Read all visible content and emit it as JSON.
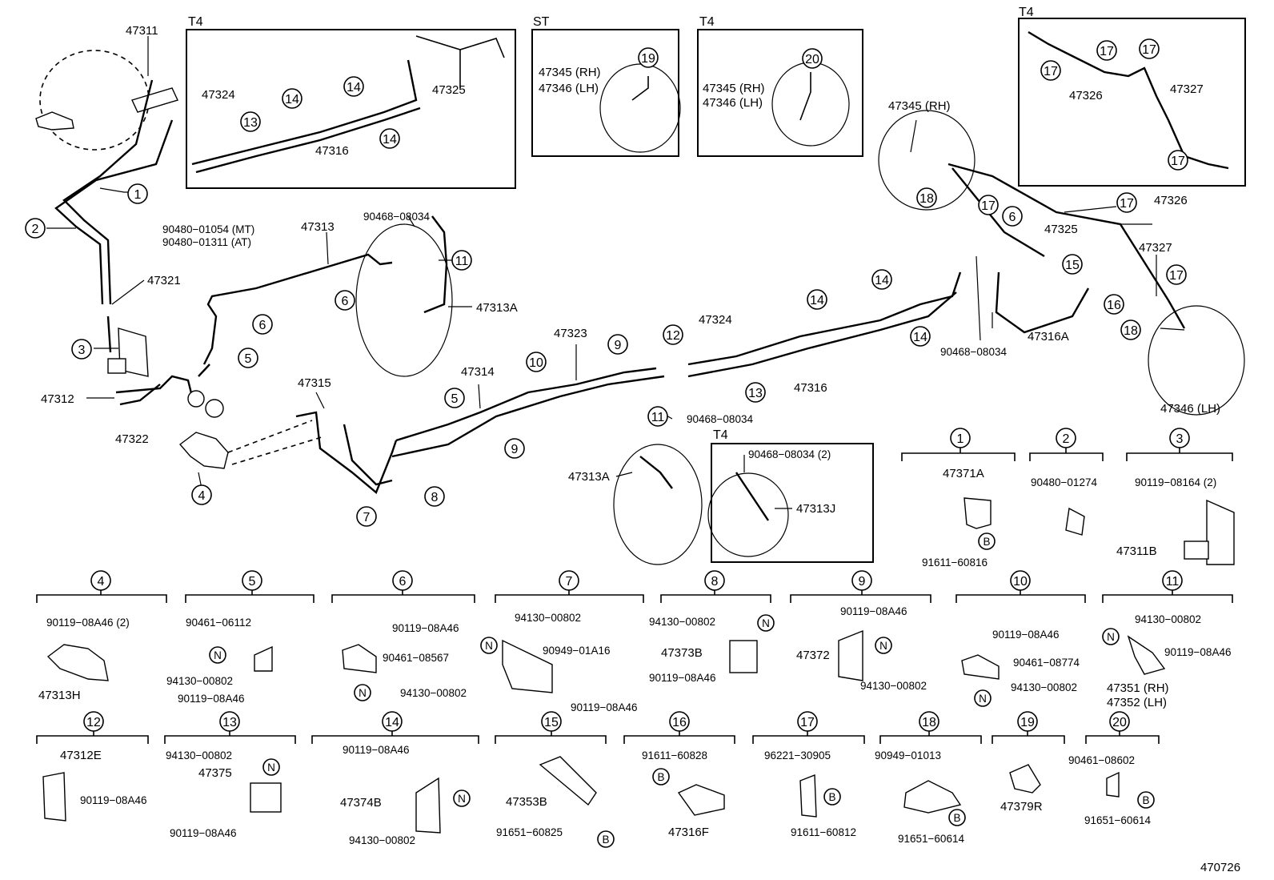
{
  "inset_labels": {
    "t4_a": "T4",
    "st": "ST",
    "t4_b": "T4",
    "t4_c": "T4",
    "t4_d": "T4"
  },
  "markers": [
    "1",
    "2",
    "3",
    "4",
    "5",
    "6",
    "7",
    "8",
    "9",
    "10",
    "11",
    "12",
    "13",
    "14",
    "15",
    "16",
    "17",
    "18",
    "19",
    "20"
  ],
  "parts": {
    "p47311": "47311",
    "p47324a": "47324",
    "p47316a": "47316",
    "p47325a": "47325",
    "p47345st": "47345 (RH)",
    "p47346st": "47346 (LH)",
    "p47345t4": "47345 (RH)",
    "p47346t4": "47346 (LH)",
    "p47326a": "47326",
    "p47327a": "47327",
    "p90480a": "90480−01054 (MT)",
    "p90480b": "90480−01311 (AT)",
    "p47313": "47313",
    "p90468a": "90468−08034",
    "p47321": "47321",
    "p47313Aa": "47313A",
    "p47345b": "47345 (RH)",
    "p47326b": "47326",
    "p47325b": "47325",
    "p47327b": "47327",
    "p47324b": "47324",
    "p47323": "47323",
    "p47314": "47314",
    "p47315": "47315",
    "p47312": "47312",
    "p47322": "47322",
    "p47316b": "47316",
    "p90468b": "90468−08034",
    "p47316A": "47316A",
    "p47346b": "47346 (LH)",
    "p90468c": "90468−08034",
    "p47313Ab": "47313A",
    "p90468d": "90468−08034 (2)",
    "p47313J": "47313J"
  },
  "details": {
    "d1_a": "47371A",
    "d1_b": "91611−60816",
    "d2_a": "90480−01274",
    "d3_a": "90119−08164 (2)",
    "d3_b": "47311B",
    "d4_a": "90119−08A46 (2)",
    "d4_b": "47313H",
    "d5_a": "90461−06112",
    "d5_b": "94130−00802",
    "d5_c": "90119−08A46",
    "d6_a": "90119−08A46",
    "d6_b": "90461−08567",
    "d6_c": "94130−00802",
    "d7_a": "94130−00802",
    "d7_b": "90949−01A16",
    "d7_c": "90119−08A46",
    "d8_a": "94130−00802",
    "d8_b": "47373B",
    "d8_c": "90119−08A46",
    "d9_a": "90119−08A46",
    "d9_b": "47372",
    "d9_c": "94130−00802",
    "d10_a": "90119−08A46",
    "d10_b": "90461−08774",
    "d10_c": "94130−00802",
    "d11_a": "94130−00802",
    "d11_b": "90119−08A46",
    "d11_c": "47351 (RH)",
    "d11_d": "47352 (LH)",
    "d12_a": "47312E",
    "d12_b": "90119−08A46",
    "d13_a": "94130−00802",
    "d13_b": "47375",
    "d13_c": "90119−08A46",
    "d14_a": "90119−08A46",
    "d14_b": "47374B",
    "d14_c": "94130−00802",
    "d15_a": "47353B",
    "d15_b": "91651−60825",
    "d16_a": "91611−60828",
    "d16_b": "47316F",
    "d17_a": "96221−30905",
    "d17_b": "91611−60812",
    "d18_a": "90949−01013",
    "d18_b": "91651−60614",
    "d19_a": "47379R",
    "d20_a": "90461−08602",
    "d20_b": "91651−60614"
  },
  "symbols": {
    "n": "N",
    "b": "B"
  },
  "figure_code": "470726"
}
